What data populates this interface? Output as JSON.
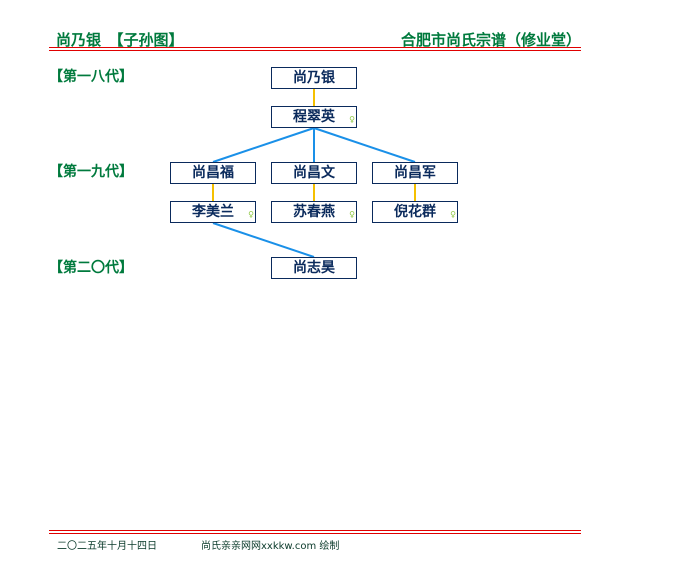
{
  "header": {
    "left_title": "尚乃银　【子孙图】",
    "right_title": "合肥市尚氏宗谱（修业堂）"
  },
  "generations": [
    "【第一八代】",
    "【第一九代】",
    "【第二〇代】"
  ],
  "persons": {
    "root": "尚乃银",
    "root_spouse": "程翠英",
    "son1": "尚昌福",
    "son1_spouse": "李美兰",
    "son2": "尚昌文",
    "son2_spouse": "苏春燕",
    "son3": "尚昌军",
    "son3_spouse": "倪花群",
    "grandson1": "尚志昊"
  },
  "female_marker": "♀",
  "footer": {
    "date": "二〇二五年十月十四日",
    "credit": "尚氏亲亲网网xxkkw.com 绘制"
  },
  "colors": {
    "green": "#007a3d",
    "red": "#e00000",
    "navy": "#0a2a5c",
    "blue_line": "#1a90e8",
    "yellow_line": "#f5c000"
  }
}
